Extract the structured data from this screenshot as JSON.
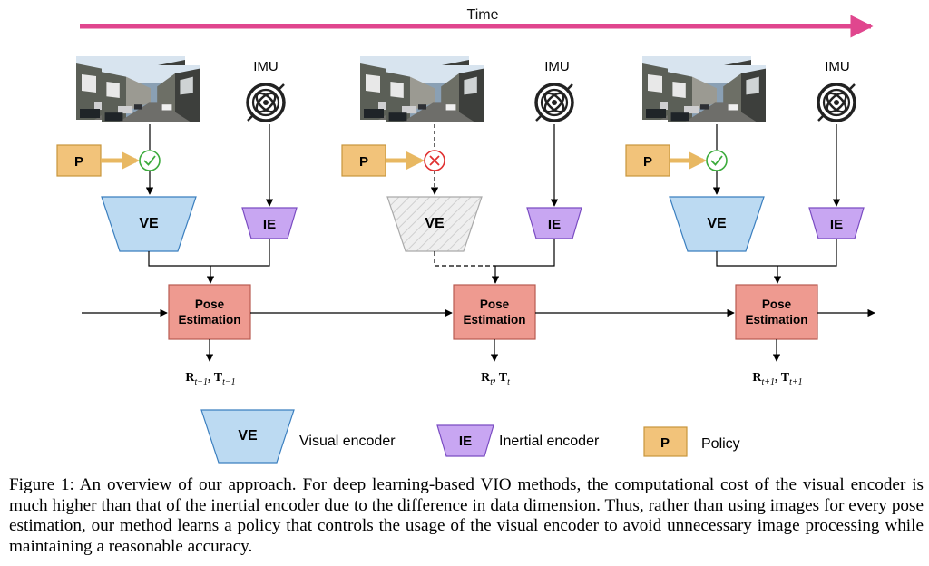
{
  "time_label": "Time",
  "imu_label": "IMU",
  "policy_label": "P",
  "ve_label": "VE",
  "ie_label": "IE",
  "pose_label": [
    "Pose",
    "Estimation"
  ],
  "outputs": [
    {
      "R": "R",
      "T": "T",
      "sub": "t−1"
    },
    {
      "R": "R",
      "T": "T",
      "sub": "t"
    },
    {
      "R": "R",
      "T": "T",
      "sub": "t+1"
    }
  ],
  "legend": {
    "ve_text": "Visual encoder",
    "ie_text": "Inertial encoder",
    "p_text": "Policy"
  },
  "caption": "Figure 1: An overview of our approach. For deep learning-based VIO methods, the computational cost of the visual encoder is much higher than that of the inertial encoder due to the difference in data dimension. Thus, rather than using images for every pose estimation, our method learns a policy that controls the usage of the visual encoder to avoid unnecessary image processing while maintaining a reasonable accuracy.",
  "colors": {
    "time_arrow": "#e0468e",
    "policy_fill": "#f2c37a",
    "policy_arrow": "#e8b862",
    "ve_fill": "#bcdaf2",
    "ve_disabled_fill": "#ececec",
    "ie_fill": "#c8a6f2",
    "pose_fill": "#ee9a90",
    "check_color": "#3cab3c",
    "cross_color": "#e03030"
  },
  "steps": [
    {
      "policy_decision": "use",
      "visual_encoder": "active"
    },
    {
      "policy_decision": "skip",
      "visual_encoder": "skipped"
    },
    {
      "policy_decision": "use",
      "visual_encoder": "active"
    }
  ]
}
